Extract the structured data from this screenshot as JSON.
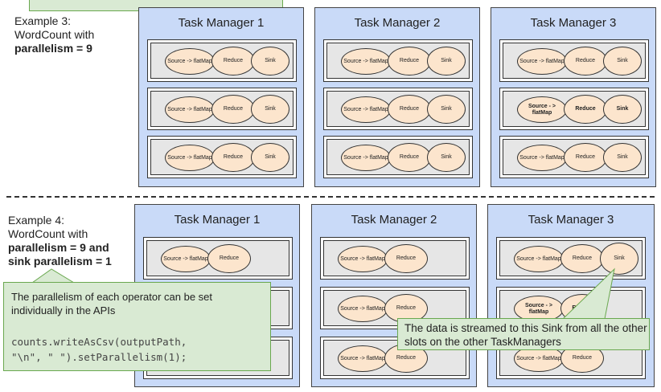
{
  "example3": {
    "line1": "Example 3:",
    "line2": "WordCount with",
    "line3": "parallelism = 9"
  },
  "example4": {
    "line1": "Example 4:",
    "line2": "WordCount with",
    "line3": "parallelism = 9 and",
    "line4": "sink parallelism = 1"
  },
  "task_managers": {
    "tm1": "Task Manager 1",
    "tm2": "Task Manager 2",
    "tm3": "Task Manager 3"
  },
  "operators": {
    "source": "Source -> flatMap",
    "source_bold": "Source - > flatMap",
    "reduce": "Reduce",
    "sink": "Sink"
  },
  "note_left": {
    "text": "The parallelism of each operator can be set individually in the APIs",
    "code_line1": "counts.writeAsCsv(outputPath,",
    "code_line2": "\"\\n\", \" \").setParallelism(1);"
  },
  "note_right": {
    "text": "The data is streamed to this Sink from all the other slots on the other TaskManagers"
  },
  "colors": {
    "task_manager_fill": "#c9daf8",
    "operator_fill": "#fce5cd",
    "note_fill": "#d9ead3"
  }
}
